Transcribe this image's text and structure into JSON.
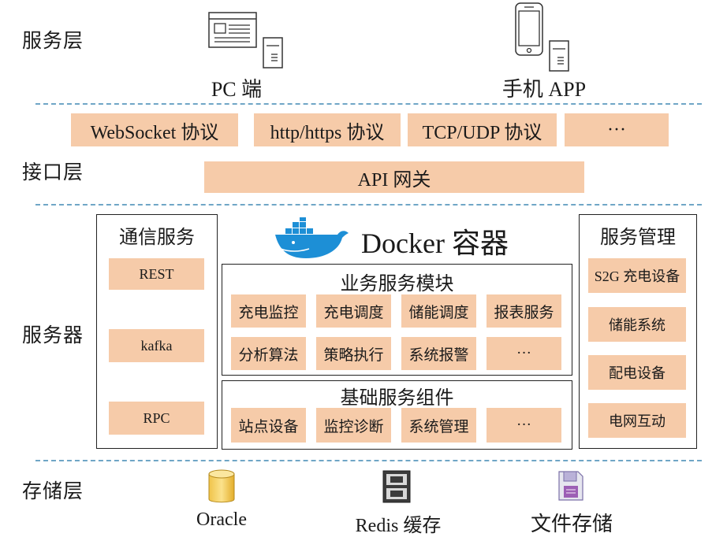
{
  "layers": {
    "service": "服务层",
    "interface": "接口层",
    "server": "服务器",
    "storage": "存储层"
  },
  "clients": {
    "pc": "PC 端",
    "mobile": "手机 APP"
  },
  "protocols": {
    "websocket": "WebSocket 协议",
    "http": "http/https 协议",
    "tcp": "TCP/UDP 协议",
    "more": "···"
  },
  "gateway": "API 网关",
  "comm": {
    "title": "通信服务",
    "items": [
      "REST",
      "kafka",
      "RPC"
    ]
  },
  "docker": {
    "title": "Docker 容器"
  },
  "business": {
    "title": "业务服务模块",
    "items": [
      "充电监控",
      "充电调度",
      "储能调度",
      "报表服务",
      "分析算法",
      "策略执行",
      "系统报警",
      "···"
    ]
  },
  "foundation": {
    "title": "基础服务组件",
    "items": [
      "站点设备",
      "监控诊断",
      "系统管理",
      "···"
    ]
  },
  "mgmt": {
    "title": "服务管理",
    "items": [
      "S2G 充电设备",
      "储能系统",
      "配电设备",
      "电网互动"
    ]
  },
  "storage": {
    "oracle": "Oracle",
    "redis": "Redis 缓存",
    "files": "文件存储"
  },
  "colors": {
    "box_fill": "#f6cba9",
    "dash_line": "#6fa6c6",
    "docker_blue": "#1d8fd6"
  }
}
